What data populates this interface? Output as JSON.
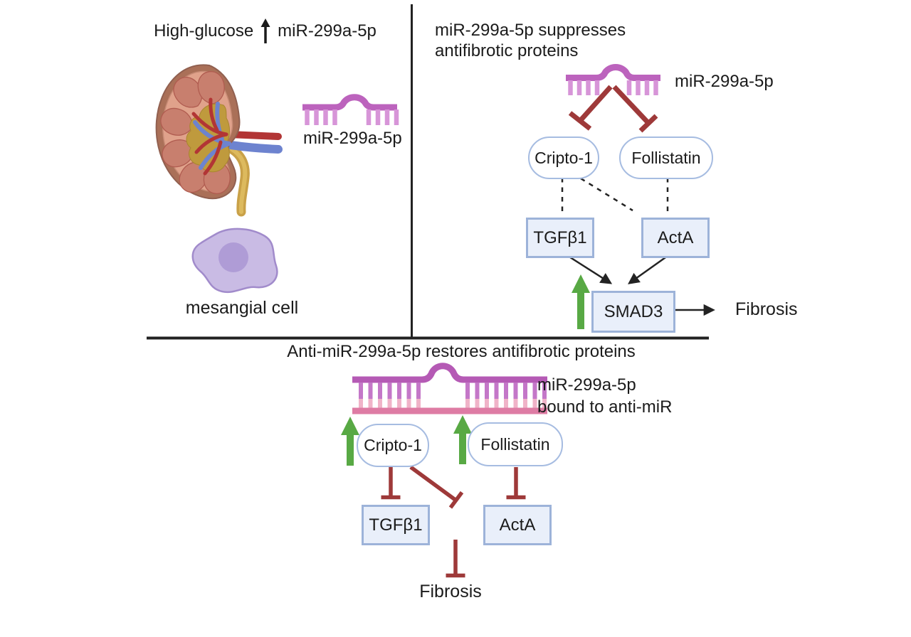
{
  "panels": {
    "top_left": {
      "title_prefix": "High-glucose",
      "title_suffix": "miR-299a-5p",
      "mirna_label": "miR-299a-5p",
      "cell_label": "mesangial cell"
    },
    "top_right": {
      "title_line1": "miR-299a-5p suppresses",
      "title_line2": "antifibrotic proteins",
      "mirna_label": "miR-299a-5p",
      "nodes": {
        "cripto": "Cripto-1",
        "follistatin": "Follistatin",
        "tgfb1": "TGFβ1",
        "acta": "ActA",
        "smad3": "SMAD3"
      },
      "fibrosis_label": "Fibrosis"
    },
    "bottom": {
      "title": "Anti-miR-299a-5p restores antifibrotic proteins",
      "duplex_label_line1": "miR-299a-5p",
      "duplex_label_line2": "bound to anti-miR",
      "nodes": {
        "cripto": "Cripto-1",
        "follistatin": "Follistatin",
        "tgfb1": "TGFβ1",
        "acta": "ActA"
      },
      "fibrosis_label": "Fibrosis"
    }
  },
  "colors": {
    "text": "#1b1b1b",
    "divider": "#222222",
    "inhibit_red": "#9e3939",
    "up_green": "#58a944",
    "mirna_purple": "#bc63bd",
    "mirna_teeth": "#d795d8",
    "duplex_top_strand": "#b55ab5",
    "duplex_bottom_strand": "#de7ca4",
    "rung_upper": "#c477c8",
    "rung_lower": "#f0b3c8",
    "node_pill_border": "#a6bce1",
    "node_box_border": "#9db3d9",
    "node_box_fill": "#e9effa",
    "arrow_black": "#232323"
  }
}
